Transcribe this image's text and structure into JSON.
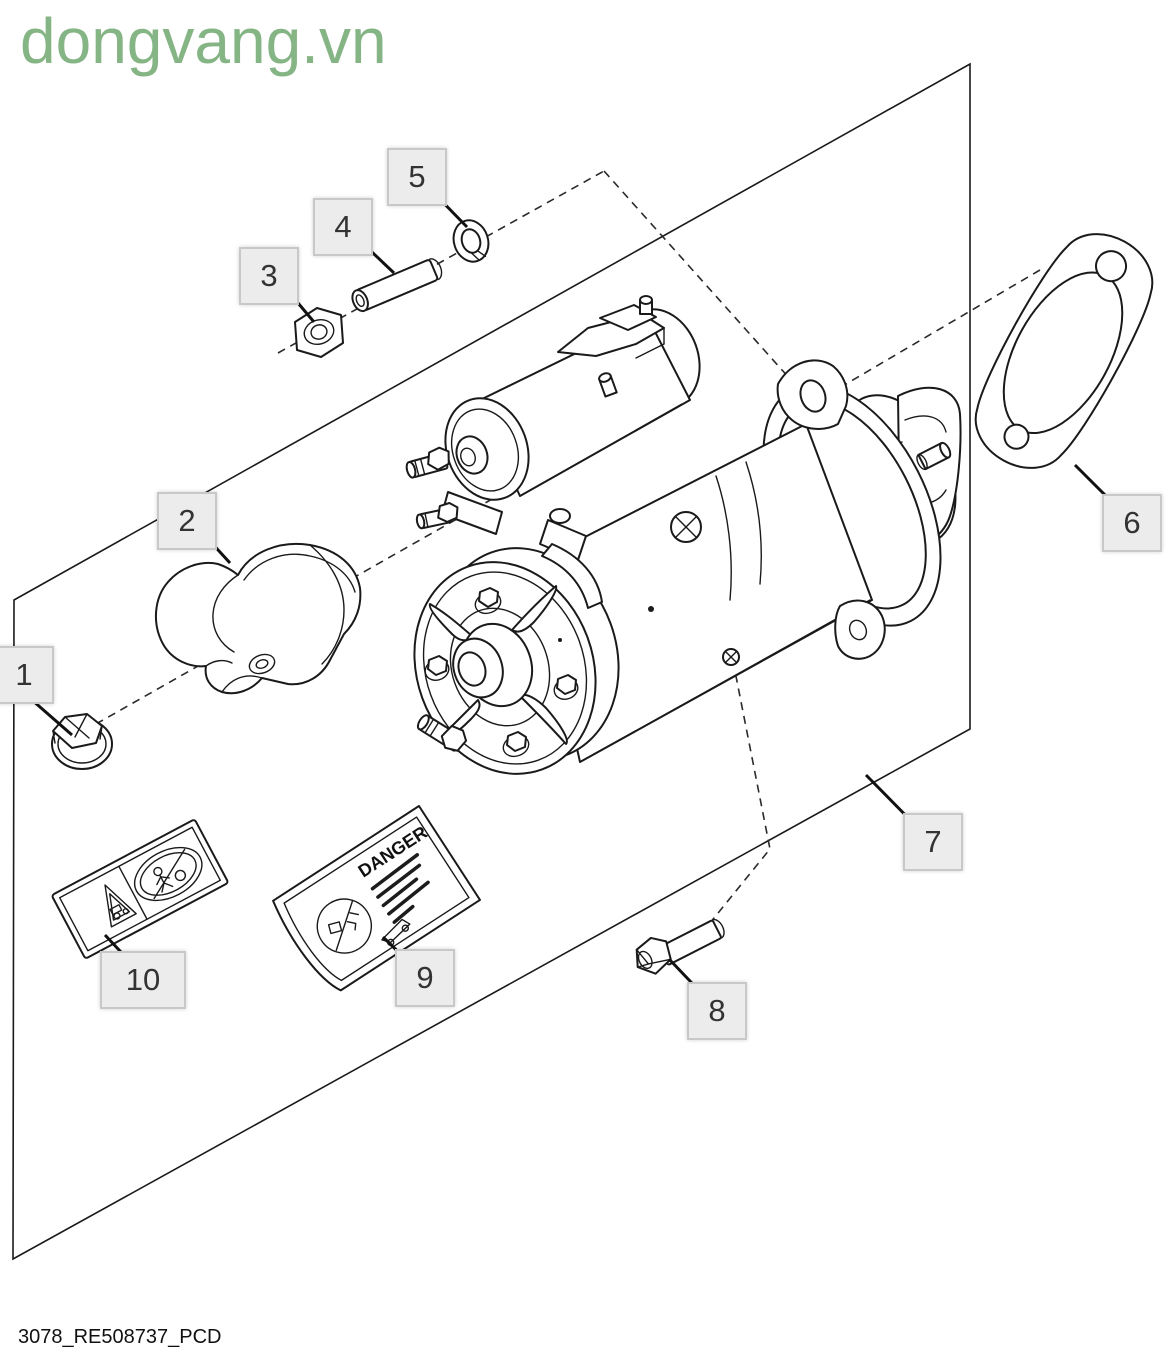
{
  "watermark": {
    "text": "dongvang.vn",
    "color": "#85b585"
  },
  "footer": {
    "doc_id": "3078_RE508737_PCD"
  },
  "diagram": {
    "type": "exploded-parts-diagram",
    "subject": "starter-motor-assembly",
    "decals": {
      "danger_title": "DANGER"
    },
    "colors": {
      "line": "#1a1a1a",
      "callout_fill": "#ececec",
      "callout_border": "#c8c8c8",
      "callout_text": "#333333"
    },
    "callouts": [
      {
        "number": "1",
        "part": "flange-nut"
      },
      {
        "number": "2",
        "part": "clamp-bracket"
      },
      {
        "number": "3",
        "part": "hex-nut"
      },
      {
        "number": "4",
        "part": "spacer-pin"
      },
      {
        "number": "5",
        "part": "lock-washer"
      },
      {
        "number": "6",
        "part": "gasket"
      },
      {
        "number": "7",
        "part": "mounting-panel"
      },
      {
        "number": "8",
        "part": "hex-bolt"
      },
      {
        "number": "9",
        "part": "danger-decal"
      },
      {
        "number": "10",
        "part": "safety-decal"
      }
    ]
  }
}
